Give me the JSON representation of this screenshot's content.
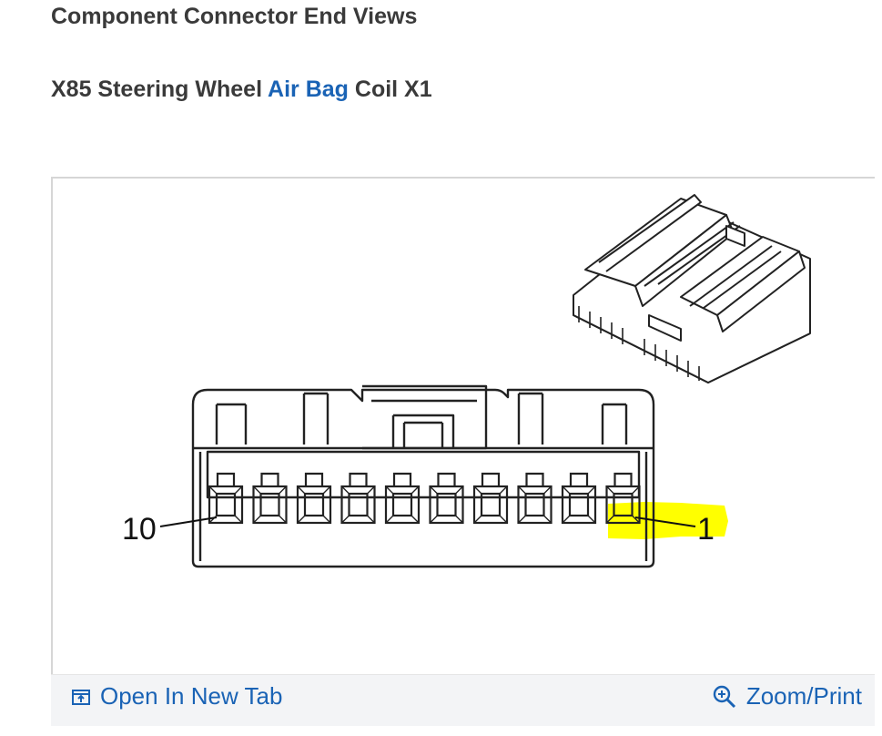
{
  "page": {
    "title": "Component Connector End Views",
    "subtitle_prefix": "X85 Steering Wheel ",
    "subtitle_link": "Air Bag",
    "subtitle_suffix": " Coil X1"
  },
  "figure": {
    "pin_label_left": "10",
    "pin_label_right": "1",
    "pin_count": 10,
    "highlighted_pin": 1,
    "highlight_color": "#ffff00"
  },
  "footer": {
    "open_new_tab_label": "Open In New Tab",
    "zoom_print_label": "Zoom/Print"
  },
  "colors": {
    "link": "#1a63b5",
    "heading": "#3a3a3a"
  },
  "icons": [
    "open-new-tab-icon",
    "zoom-in-icon"
  ]
}
